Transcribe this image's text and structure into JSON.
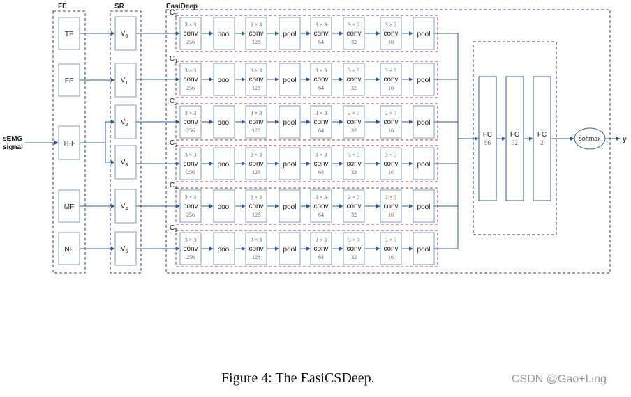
{
  "sections": {
    "fe": "FE",
    "sr": "SR",
    "easideep": "EasiDeep"
  },
  "input_label_line1": "sEMG",
  "input_label_line2": "signal",
  "output_label": "y",
  "features": [
    "TF",
    "FF",
    "TFF",
    "MF",
    "NF"
  ],
  "views": [
    {
      "base": "V",
      "sub": "0"
    },
    {
      "base": "V",
      "sub": "1"
    },
    {
      "base": "V",
      "sub": "2"
    },
    {
      "base": "V",
      "sub": "3"
    },
    {
      "base": "V",
      "sub": "4"
    },
    {
      "base": "V",
      "sub": "5"
    }
  ],
  "channel_labels": [
    {
      "base": "C",
      "sub": "0"
    },
    {
      "base": "C",
      "sub": "1"
    },
    {
      "base": "C",
      "sub": "2"
    },
    {
      "base": "C",
      "sub": "3"
    },
    {
      "base": "C",
      "sub": "4"
    },
    {
      "base": "C",
      "sub": "5"
    }
  ],
  "conv_kernel": "3 × 3",
  "conv_label": "conv",
  "pool_label": "pool",
  "conv_filters": [
    "256",
    "128",
    "64",
    "32",
    "16"
  ],
  "fc_layers": [
    {
      "label": "FC",
      "units": "96"
    },
    {
      "label": "FC",
      "units": "32"
    },
    {
      "label": "FC",
      "units": "2"
    }
  ],
  "softmax_label": "softmax",
  "caption": "Figure 4: The EasiCSDeep.",
  "watermark": "CSDN @Gao+Ling",
  "colors": {
    "arrow": "#2f5c96",
    "box_border": "#7f9cc0",
    "outer_dash": "#3b3b7a",
    "row_dash": "#a33a3a",
    "text": "#222222",
    "muted_text": "#666666"
  }
}
